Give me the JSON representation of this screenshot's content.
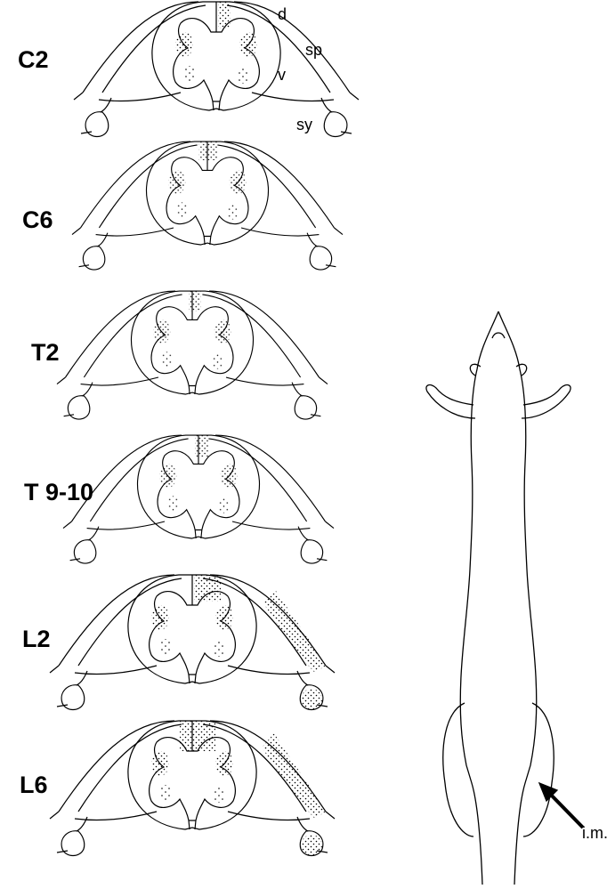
{
  "levels": [
    {
      "label": "C2"
    },
    {
      "label": "C6"
    },
    {
      "label": "T2"
    },
    {
      "label": "T 9-10"
    },
    {
      "label": "L2"
    },
    {
      "label": "L6"
    }
  ],
  "annotations": {
    "dorsal_root": "d",
    "spinal_nerve": "sp",
    "ventral_root": "v",
    "sympathetic_ganglion": "sy",
    "injection_site": "i.m."
  },
  "colors": {
    "ink": "#000000",
    "background": "#ffffff"
  }
}
